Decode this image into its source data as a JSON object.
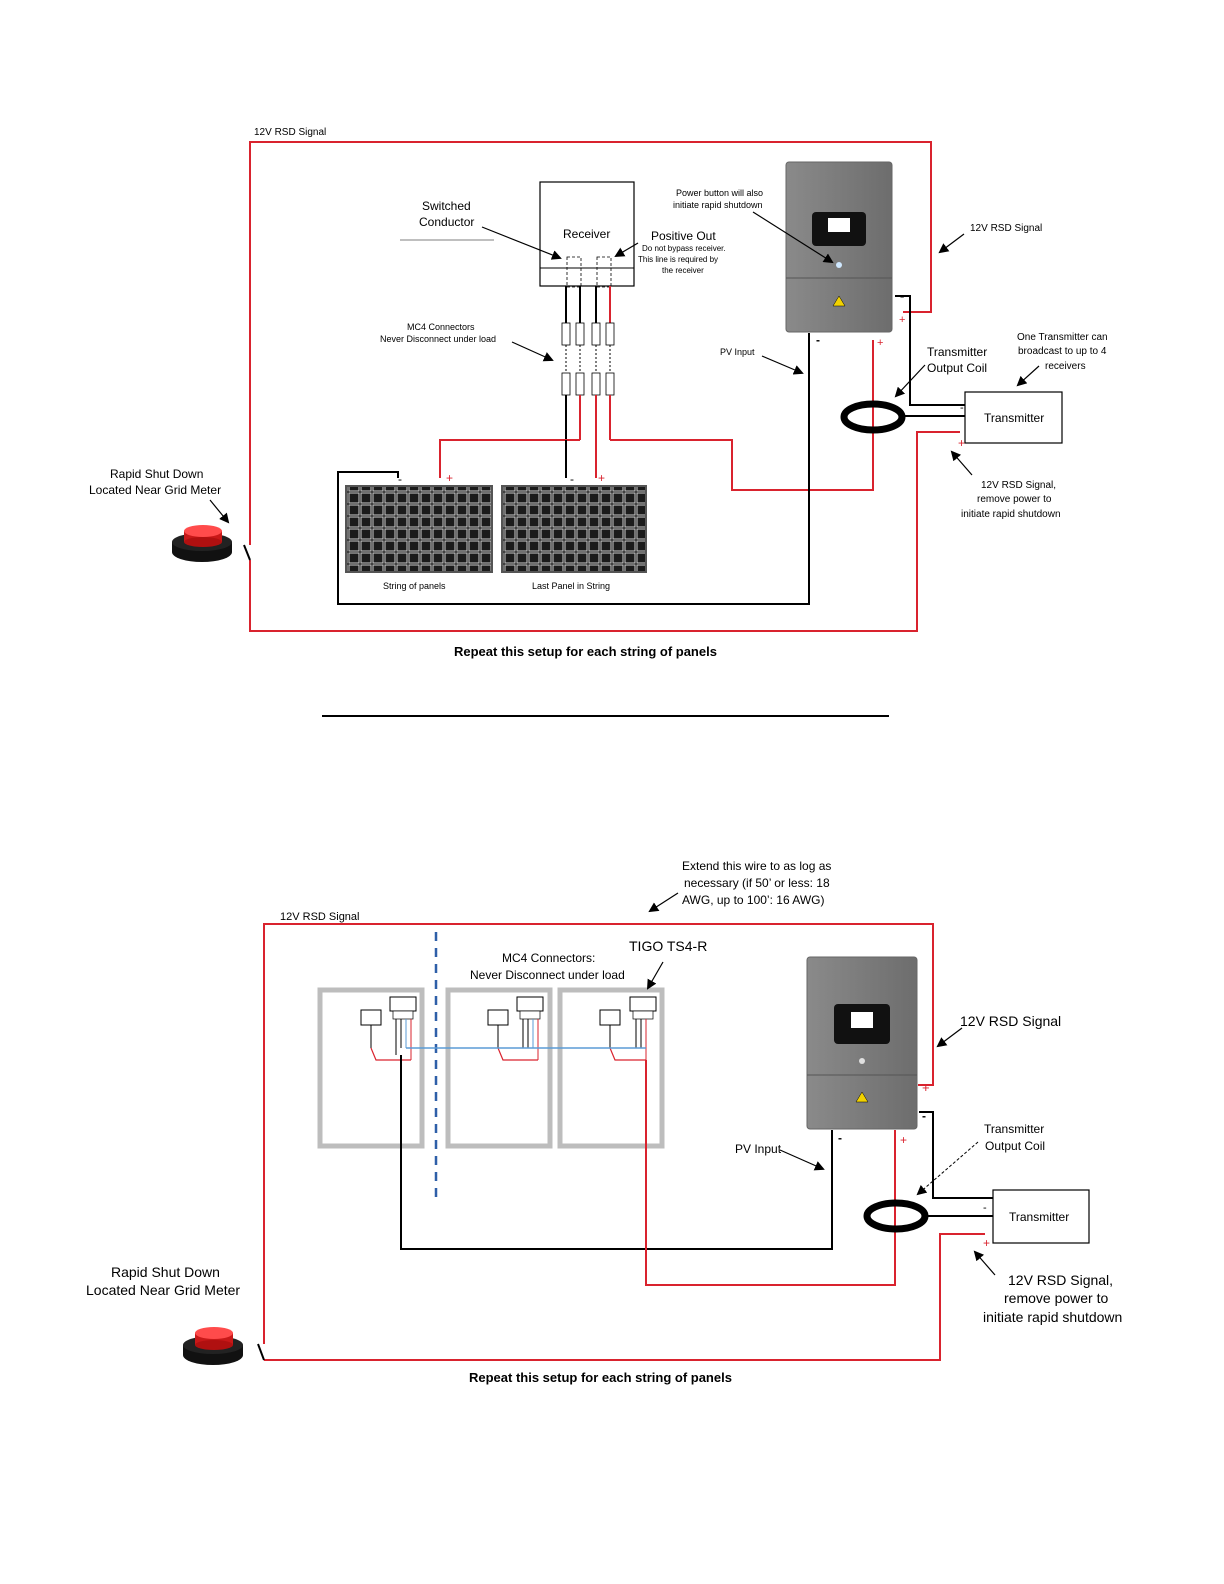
{
  "top": {
    "rsd_signal_label": "12V RSD Signal",
    "rsd_signal_label_right": "12V RSD Signal",
    "switched_conductor_1": "Switched",
    "switched_conductor_2": "Conductor",
    "receiver_label": "Receiver",
    "positive_out": "Positive Out",
    "do_not_bypass_1": "Do not bypass receiver.",
    "do_not_bypass_2": "This line is required by",
    "do_not_bypass_3": "the receiver",
    "power_button_1": "Power button will also",
    "power_button_2": "initiate rapid shutdown",
    "mc4_1": "MC4 Connectors",
    "mc4_2": "Never Disconnect under load",
    "pv_input": "PV Input",
    "transmitter_output_coil_1": "Transmitter",
    "transmitter_output_coil_2": "Output Coil",
    "one_transmitter_1": "One Transmitter can",
    "one_transmitter_2": "broadcast to up to 4",
    "one_transmitter_3": "receivers",
    "transmitter_label": "Transmitter",
    "rsd_remove_1": "12V RSD Signal,",
    "rsd_remove_2": "remove power to",
    "rsd_remove_3": "initiate rapid shutdown",
    "rapid_shutdown_1": "Rapid Shut Down",
    "rapid_shutdown_2": "Located Near Grid Meter",
    "string_of_panels": "String of panels",
    "last_panel": "Last Panel in String",
    "repeat": "Repeat this setup for each string of panels",
    "minus": "-",
    "plus": "+"
  },
  "bottom": {
    "extend_1": "Extend this wire to as log as",
    "extend_2": "necessary (if 50’ or less: 18",
    "extend_3": "AWG, up to  100’: 16 AWG)",
    "rsd_signal_label": "12V RSD Signal",
    "mc4_1": "MC4 Connectors:",
    "mc4_2": "Never Disconnect under load",
    "tigo": "TIGO TS4-R",
    "rsd_signal_label_right": "12V RSD Signal",
    "transmitter_output_coil_1": "Transmitter",
    "transmitter_output_coil_2": "Output Coil",
    "pv_input": "PV Input",
    "transmitter_label": "Transmitter",
    "rsd_remove_1": "12V RSD Signal,",
    "rsd_remove_2": "remove power to",
    "rsd_remove_3": "initiate rapid shutdown",
    "rapid_shutdown_1": "Rapid Shut Down",
    "rapid_shutdown_2": "Located Near Grid Meter",
    "repeat": "Repeat this setup for each string of panels",
    "minus": "-",
    "plus": "+"
  },
  "colors": {
    "wire_red": "#d9232e",
    "wire_black": "#000000",
    "wire_blue": "#5b9bd5",
    "inverter_gray": "#7f7f7f",
    "button_red": "#e02020"
  }
}
